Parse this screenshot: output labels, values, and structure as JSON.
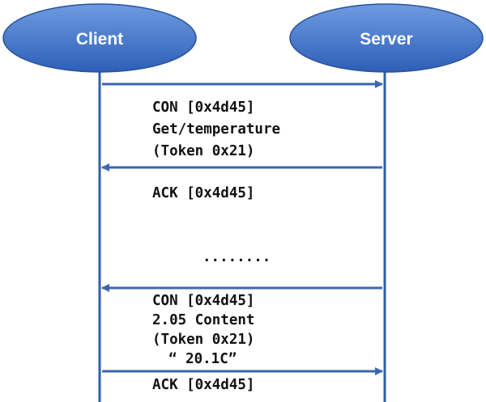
{
  "actors": {
    "client": "Client",
    "server": "Server"
  },
  "messages": [
    {
      "from": "client",
      "to": "server",
      "lines": [
        "CON [0x4d45]",
        "Get/temperature",
        "(Token 0x21)"
      ]
    },
    {
      "from": "server",
      "to": "client",
      "lines": [
        "ACK [0x4d45]"
      ]
    },
    {
      "from": "none",
      "to": "none",
      "lines": [
        "........"
      ]
    },
    {
      "from": "server",
      "to": "client",
      "lines": [
        "CON [0x4d45]",
        "2.05 Content",
        "(Token 0x21)",
        "“ 20.1C”"
      ]
    },
    {
      "from": "client",
      "to": "server",
      "lines": [
        "ACK [0x4d45]"
      ]
    }
  ],
  "colors": {
    "lifeline": "#2e5faa",
    "arrow": "#3b66b0",
    "ellipse_top": "#6f9be0",
    "ellipse_bottom": "#2d5fb8",
    "ellipse_stroke": "#2a5298"
  }
}
